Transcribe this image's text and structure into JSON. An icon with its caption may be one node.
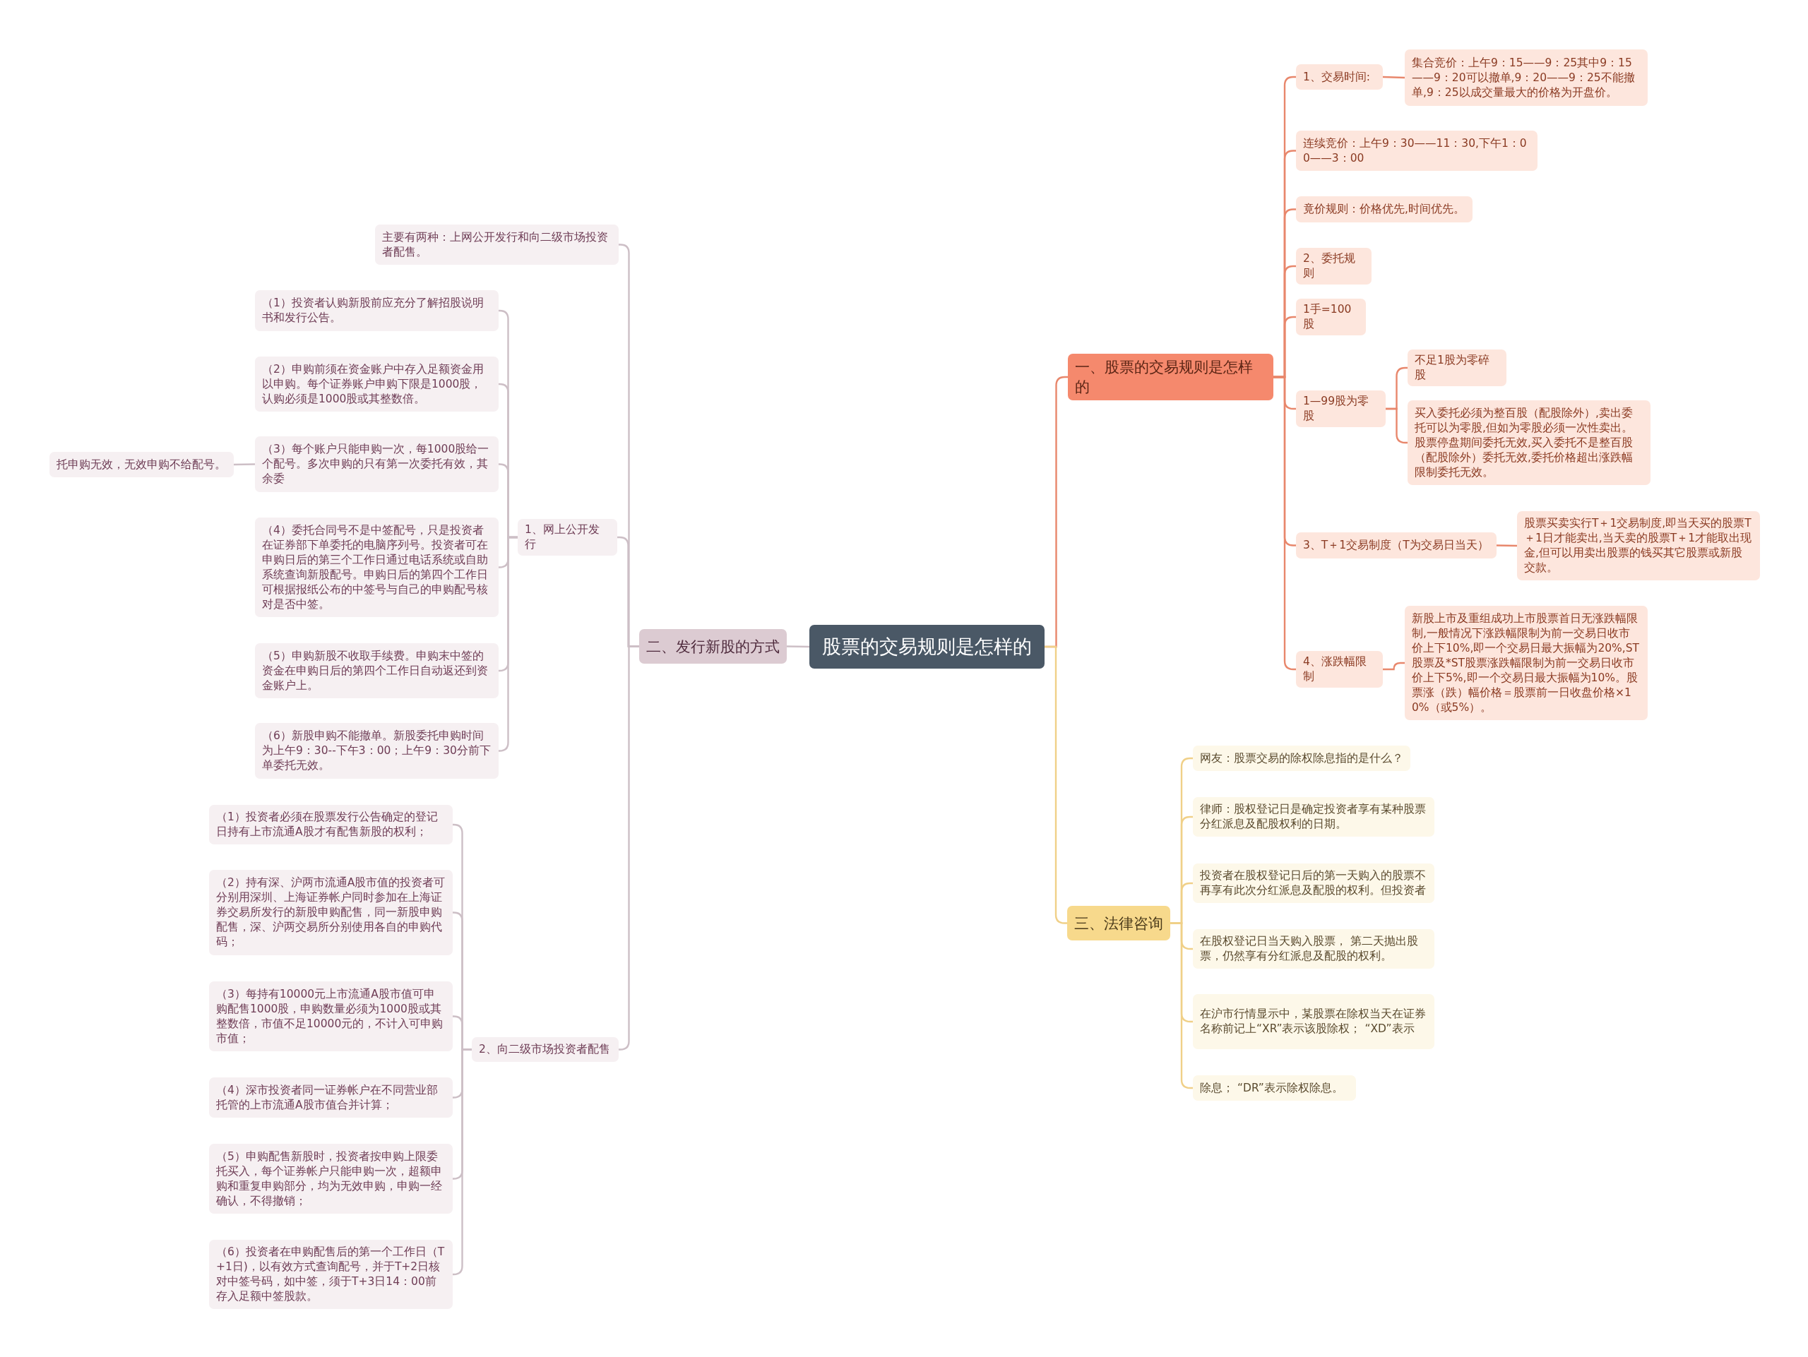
{
  "diagram": {
    "nodes": [
      {
        "text": [
          "股票的交易规则是怎样的"
        ]
      },
      {
        "text": [
          "一、股票的交易规则是怎样的"
        ]
      },
      {
        "text": [
          "1、交易时间:"
        ]
      },
      {
        "text": [
          "集合竞价：上午9：15——9：25其中9：15——9：20可以撤单,9：20——9：25不能撤单,9：25以成交量最大的价格为开盘价。"
        ]
      },
      {
        "text": [
          "连续竞价：上午9：30——11：30,下午1：00——3：00"
        ]
      },
      {
        "text": [
          "竟价规则：价格优先,时间优先。"
        ]
      },
      {
        "text": [
          "2、委托规则"
        ]
      },
      {
        "text": [
          "1手=100股"
        ]
      },
      {
        "text": [
          "1—99股为零股"
        ]
      },
      {
        "text": [
          "不足1股为零碎股"
        ]
      },
      {
        "text": [
          "买入委托必须为整百股（配股除外）,卖出委托可以为零股,但如为零股必须一次性卖出。股票停盘期间委托无效,买入委托不是整百股（配股除外）委托无效,委托价格超出涨跌幅限制委托无效。"
        ]
      },
      {
        "text": [
          "3、T＋1交易制度（T为交易日当天）"
        ]
      },
      {
        "text": [
          "股票买卖实行T＋1交易制度,即当天买的股票T＋1日才能卖出,当天卖的股票T＋1才能取出现金,但可以用卖出股票的钱买其它股票或新股交款。"
        ]
      },
      {
        "text": [
          "4、涨跌幅限制"
        ]
      },
      {
        "text": [
          "新股上市及重组成功上市股票首日无涨跌幅限制,一般情况下涨跌幅限制为前一交易日收市价上下10%,即一个交易日最大振幅为20%,ST股票及*ST股票涨跌幅限制为前一交易日收市价上下5%,即一个交易日最大振幅为10%。股票涨（跌）幅价格＝股票前一日收盘价格×10%（或5%）。"
        ]
      },
      {
        "text": [
          "三、法律咨询"
        ]
      },
      {
        "text": [
          "网友：股票交易的除权除息指的是什么？"
        ]
      },
      {
        "text": [
          "律师：股权登记日是确定投资者享有某种股票分红派息及配股权利的日期。"
        ]
      },
      {
        "text": [
          "投资者在股权登记日后的第一天购入的股票不再享有此次分红派息及配股的权利。但投资者"
        ]
      },
      {
        "text": [
          "在股权登记日当天购入股票， 第二天抛出股票，仍然享有分红派息及配股的权利。"
        ]
      },
      {
        "text": [
          "在沪市行情显示中，某股票在除权当天在证券名称前记上“XR”表示该股除权； “XD”表示"
        ]
      },
      {
        "text": [
          "除息； “DR”表示除权除息。"
        ]
      },
      {
        "text": [
          "二、发行新股的方式"
        ]
      },
      {
        "text": [
          "主要有两种：上网公开发行和向二级市场投资者配售。"
        ]
      },
      {
        "text": [
          "1、网上公开发行"
        ]
      },
      {
        "text": [
          "（1）投资者认购新股前应充分了解招股说明书和发行公告。"
        ]
      },
      {
        "text": [
          "（2）申购前须在资金账户中存入足额资金用以申购。每个证券账户申购下限是1000股，认购必须是1000股或其整数倍。"
        ]
      },
      {
        "text": [
          "（3）每个账户只能申购一次，每1000股给一个配号。多次申购的只有第一次委托有效，其余委"
        ]
      },
      {
        "text": [
          "托申购无效，无效申购不给配号。"
        ]
      },
      {
        "text": [
          "（4）委托合同号不是中签配号，只是投资者在证券部下单委托的电脑序列号。投资者可在申购日后的第三个工作日通过电话系统或自助系统查询新股配号。申购日后的第四个工作日可根据报纸公布的中签号与自己的申购配号核对是否中签。"
        ]
      },
      {
        "text": [
          "（5）申购新股不收取手续费。申购末中签的资金在申购日后的第四个工作日自动返还到资金账户上。"
        ]
      },
      {
        "text": [
          "（6）新股申购不能撤单。新股委托申购时间为上午9：30--下午3：00；上午9：30分前下单委托无效。"
        ]
      },
      {
        "text": [
          "2、向二级市场投资者配售"
        ]
      },
      {
        "text": [
          "（1）投资者必须在股票发行公告确定的登记日持有上市流通A股才有配售新股的权利；"
        ]
      },
      {
        "text": [
          "（2）持有深、沪两市流通A股市值的投资者可分别用深圳、上海证券帐户同时参加在上海证券交易所发行的新股申购配售，同一新股申购配售，深、沪两交易所分别使用各自的申购代码；"
        ]
      },
      {
        "text": [
          "（3）每持有10000元上市流通A股市值可申购配售1000股，申购数量必须为1000股或其整数倍，市值不足10000元的，不计入可申购市值；"
        ]
      },
      {
        "text": [
          "（4）深市投资者同一证券帐户在不同营业部托管的上市流通A股市值合并计算；"
        ]
      },
      {
        "text": [
          "（5）申购配售新股时，投资者按申购上限委托买入，每个证券帐户只能申购一次，超额申购和重复申购部分，均为无效申购，申购一经确认，不得撤销；"
        ]
      },
      {
        "text": [
          "（6）投资者在申购配售后的第一个工作日（T+1日)，以有效方式查询配号，并于T+2日核对中签号码，如中签，须于T+3日14：00前存入足额中签股款。"
        ]
      }
    ],
    "edges": [
      {
        "from": 0,
        "to": 1,
        "arrow": "none",
        "color": "#e8876c"
      },
      {
        "from": 1,
        "to": 2,
        "arrow": "none",
        "color": "#e8876c"
      },
      {
        "from": 2,
        "to": 3,
        "arrow": "none",
        "color": "#e8876c"
      },
      {
        "from": 1,
        "to": 4,
        "arrow": "none",
        "color": "#e8876c"
      },
      {
        "from": 1,
        "to": 5,
        "arrow": "none",
        "color": "#e8876c"
      },
      {
        "from": 1,
        "to": 6,
        "arrow": "none",
        "color": "#e8876c"
      },
      {
        "from": 1,
        "to": 7,
        "arrow": "none",
        "color": "#e8876c"
      },
      {
        "from": 1,
        "to": 8,
        "arrow": "none",
        "color": "#e8876c"
      },
      {
        "from": 8,
        "to": 9,
        "arrow": "none",
        "color": "#e8876c"
      },
      {
        "from": 8,
        "to": 10,
        "arrow": "none",
        "color": "#e8876c"
      },
      {
        "from": 1,
        "to": 11,
        "arrow": "none",
        "color": "#e8876c"
      },
      {
        "from": 11,
        "to": 12,
        "arrow": "none",
        "color": "#e8876c"
      },
      {
        "from": 1,
        "to": 13,
        "arrow": "none",
        "color": "#e8876c"
      },
      {
        "from": 13,
        "to": 14,
        "arrow": "none",
        "color": "#e8876c"
      },
      {
        "from": 0,
        "to": 15,
        "arrow": "none",
        "color": "#f0d088"
      },
      {
        "from": 15,
        "to": 16,
        "arrow": "none",
        "color": "#f0d088"
      },
      {
        "from": 15,
        "to": 17,
        "arrow": "none",
        "color": "#f0d088"
      },
      {
        "from": 15,
        "to": 18,
        "arrow": "none",
        "color": "#f0d088"
      },
      {
        "from": 15,
        "to": 19,
        "arrow": "none",
        "color": "#f0d088"
      },
      {
        "from": 15,
        "to": 20,
        "arrow": "none",
        "color": "#f0d088"
      },
      {
        "from": 15,
        "to": 21,
        "arrow": "none",
        "color": "#f0d088"
      },
      {
        "from": 0,
        "to": 22,
        "arrow": "none"
      },
      {
        "from": 22,
        "to": 23,
        "arrow": "none"
      },
      {
        "from": 22,
        "to": 24,
        "arrow": "none"
      },
      {
        "from": 24,
        "to": 25,
        "arrow": "none"
      },
      {
        "from": 24,
        "to": 26,
        "arrow": "none"
      },
      {
        "from": 24,
        "to": 27,
        "arrow": "none"
      },
      {
        "from": 27,
        "to": 28,
        "arrow": "none"
      },
      {
        "from": 24,
        "to": 29,
        "arrow": "none"
      },
      {
        "from": 24,
        "to": 30,
        "arrow": "none"
      },
      {
        "from": 24,
        "to": 31,
        "arrow": "none"
      },
      {
        "from": 22,
        "to": 32,
        "arrow": "none"
      },
      {
        "from": 32,
        "to": 33,
        "arrow": "none"
      },
      {
        "from": 32,
        "to": 34,
        "arrow": "none"
      },
      {
        "from": 32,
        "to": 35,
        "arrow": "none"
      },
      {
        "from": 32,
        "to": 36,
        "arrow": "none"
      },
      {
        "from": 32,
        "to": 37,
        "arrow": "none"
      },
      {
        "from": 32,
        "to": 38,
        "arrow": "none"
      }
    ]
  }
}
